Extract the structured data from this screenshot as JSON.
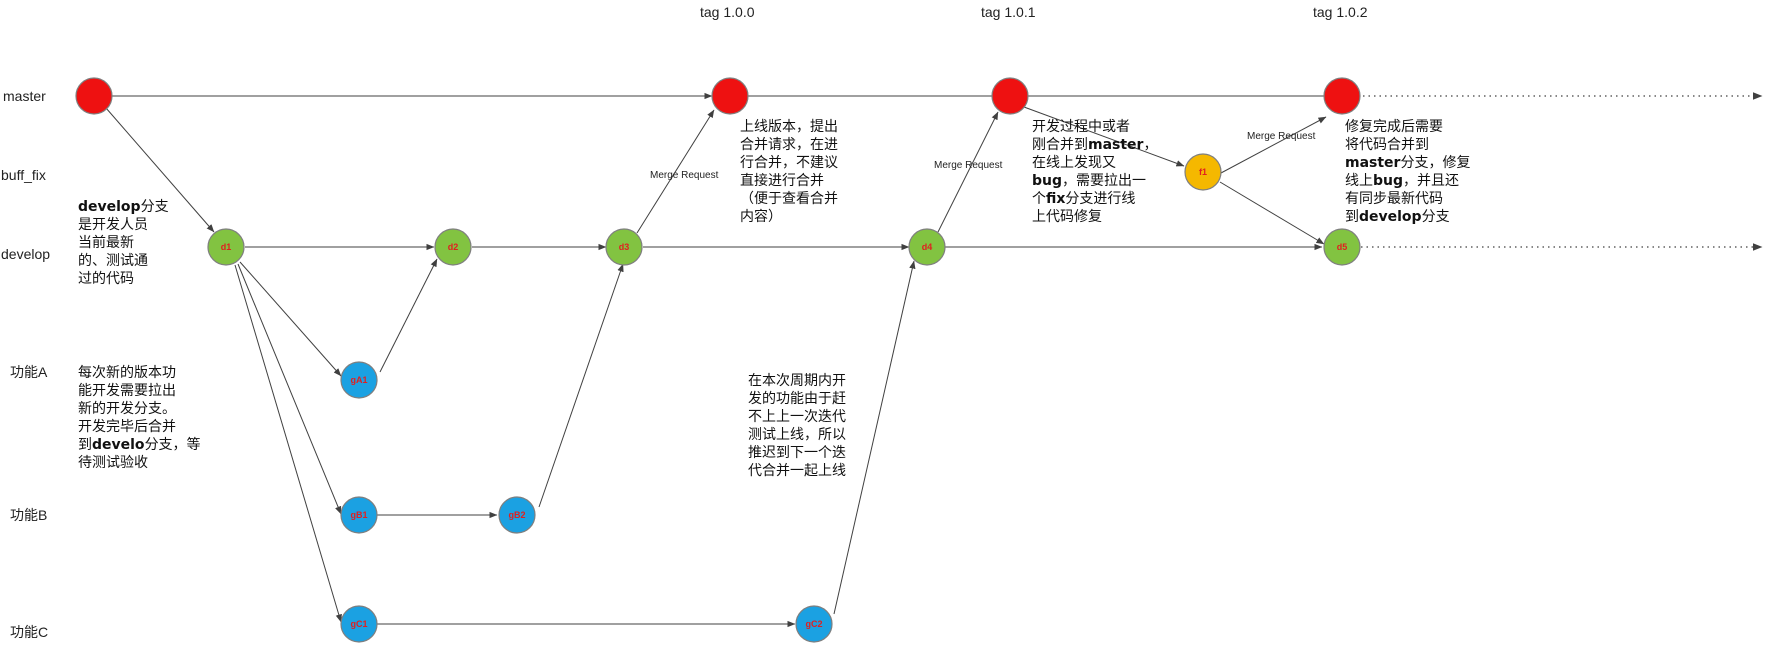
{
  "lanes": {
    "master": "master",
    "buff_fix": "buff_fix",
    "develop": "develop",
    "feature_a": "功能A",
    "feature_b": "功能B",
    "feature_c": "功能C"
  },
  "tags": {
    "t1": "tag 1.0.0",
    "t2": "tag 1.0.1",
    "t3": "tag 1.0.2"
  },
  "merge_label": "Merge Request",
  "nodes": {
    "d1": "d1",
    "d2": "d2",
    "d3": "d3",
    "d4": "d4",
    "d5": "d5",
    "gA1": "gA1",
    "gB1": "gB1",
    "gB2": "gB2",
    "gC1": "gC1",
    "gC2": "gC2",
    "f1": "f1"
  },
  "colors": {
    "master_node": "#ee1111",
    "develop_node": "#82c341",
    "feature_node": "#1ba1e2",
    "fix_node": "#f5b800",
    "node_label": "#e02020",
    "edge": "#404040"
  },
  "notes": {
    "develop": [
      [
        {
          "t": "develop",
          "b": true
        },
        {
          "t": "分支"
        }
      ],
      [
        {
          "t": "是开发人员"
        }
      ],
      [
        {
          "t": "当前最新"
        }
      ],
      [
        {
          "t": "的、测试通"
        }
      ],
      [
        {
          "t": "过的代码"
        }
      ]
    ],
    "feature": [
      [
        {
          "t": "每次新的版本功"
        }
      ],
      [
        {
          "t": "能开发需要拉出"
        }
      ],
      [
        {
          "t": "新的开发分支。"
        }
      ],
      [
        {
          "t": "开发完毕后合并"
        }
      ],
      [
        {
          "t": "到"
        },
        {
          "t": "develo",
          "b": true
        },
        {
          "t": "分支，等"
        }
      ],
      [
        {
          "t": "待测试验收"
        }
      ]
    ],
    "release": [
      [
        {
          "t": "上线版本，提出"
        }
      ],
      [
        {
          "t": "合并请求，在进"
        }
      ],
      [
        {
          "t": "行合并，不建议"
        }
      ],
      [
        {
          "t": "直接进行合并"
        }
      ],
      [
        {
          "t": "（便于查看合并"
        }
      ],
      [
        {
          "t": "内容）"
        }
      ]
    ],
    "delayed": [
      [
        {
          "t": "在本次周期内开"
        }
      ],
      [
        {
          "t": "发的功能由于赶"
        }
      ],
      [
        {
          "t": "不上上一次迭代"
        }
      ],
      [
        {
          "t": "测试上线，所以"
        }
      ],
      [
        {
          "t": "推迟到下一个迭"
        }
      ],
      [
        {
          "t": "代合并一起上线"
        }
      ]
    ],
    "hotfix": [
      [
        {
          "t": "开发过程中或者"
        }
      ],
      [
        {
          "t": "刚合并到"
        },
        {
          "t": "master",
          "b": true
        },
        {
          "t": "，"
        }
      ],
      [
        {
          "t": "在线上发现又"
        }
      ],
      [
        {
          "t": "bug",
          "b": true
        },
        {
          "t": "，需要拉出一"
        }
      ],
      [
        {
          "t": "个"
        },
        {
          "t": "fix",
          "b": true
        },
        {
          "t": "分支进行线"
        }
      ],
      [
        {
          "t": "上代码修复"
        }
      ]
    ],
    "after_fix": [
      [
        {
          "t": "修复完成后需要"
        }
      ],
      [
        {
          "t": "将代码合并到"
        }
      ],
      [
        {
          "t": "master",
          "b": true
        },
        {
          "t": "分支，修复"
        }
      ],
      [
        {
          "t": "线上"
        },
        {
          "t": "bug",
          "b": true
        },
        {
          "t": "，并且还"
        }
      ],
      [
        {
          "t": "有同步最新代码"
        }
      ],
      [
        {
          "t": "到"
        },
        {
          "t": "develop",
          "b": true
        },
        {
          "t": "分支"
        }
      ]
    ]
  }
}
